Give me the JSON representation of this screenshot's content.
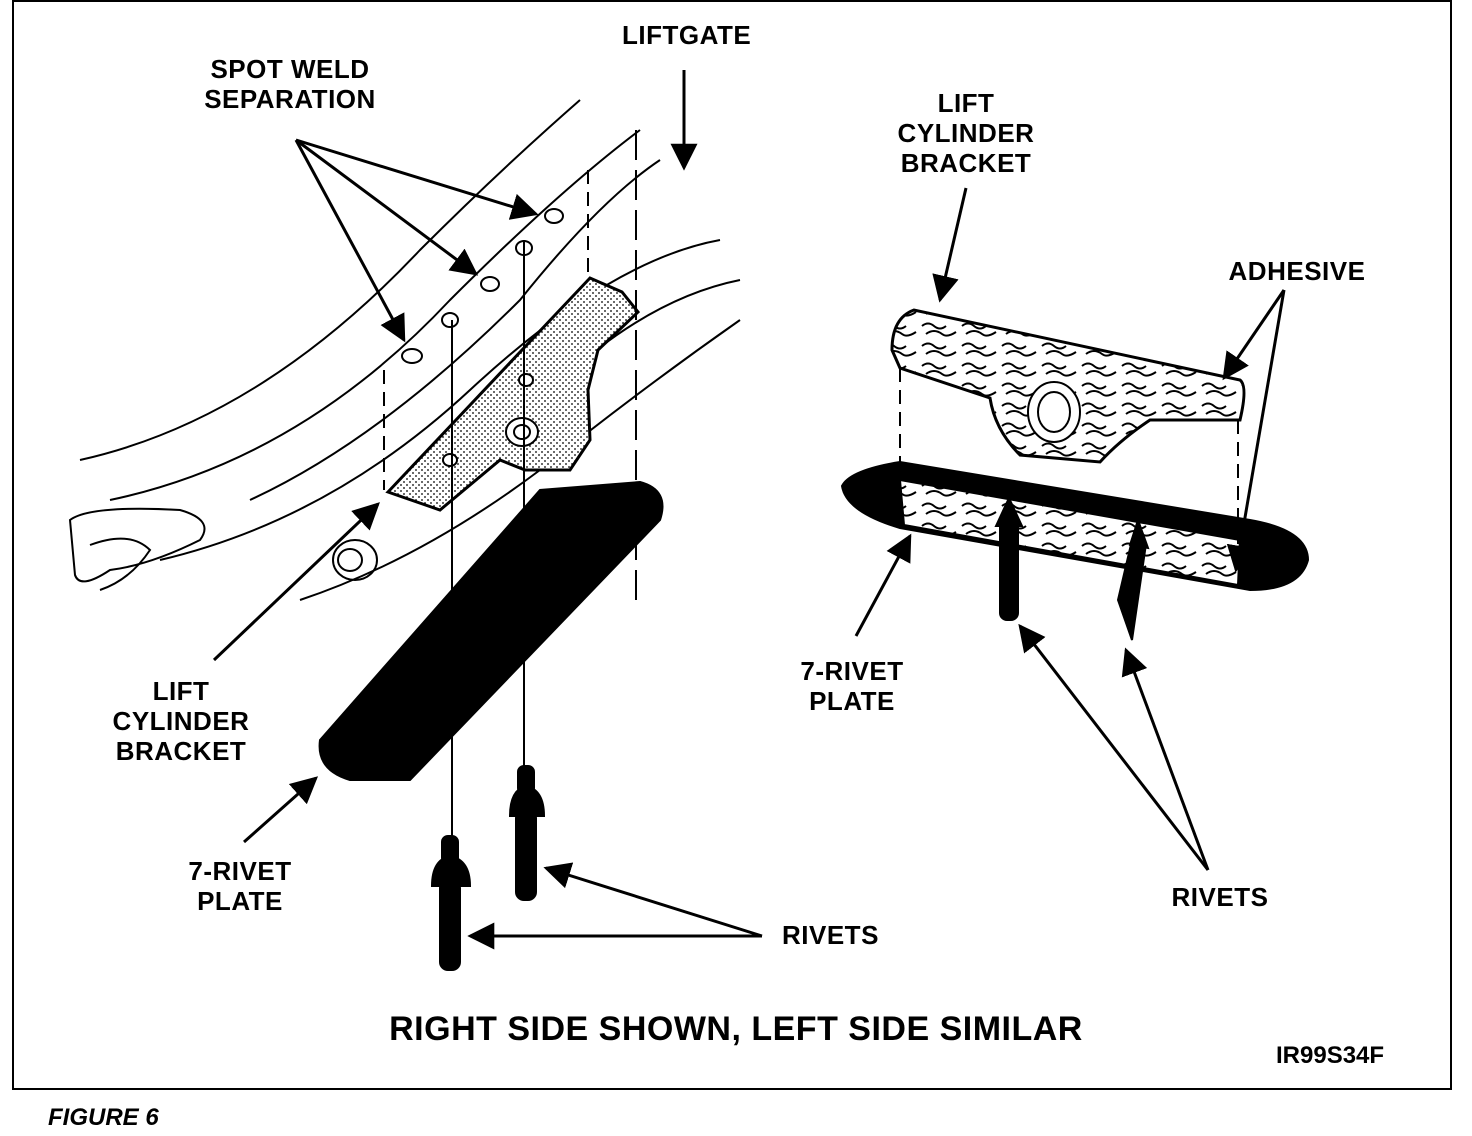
{
  "labels": {
    "liftgate": "LIFTGATE",
    "spot_weld": "SPOT WELD\nSEPARATION",
    "lift_cyl_bracket_left": "LIFT\nCYLINDER\nBRACKET",
    "plate_left": "7-RIVET\nPLATE",
    "rivets_left": "RIVETS",
    "lift_cyl_bracket_right": "LIFT\nCYLINDER\nBRACKET",
    "adhesive": "ADHESIVE",
    "plate_right": "7-RIVET\nPLATE",
    "rivets_right": "RIVETS"
  },
  "caption": "RIGHT SIDE SHOWN, LEFT SIDE SIMILAR",
  "figure_code": "IR99S34F",
  "figure_label": "FIGURE 6"
}
